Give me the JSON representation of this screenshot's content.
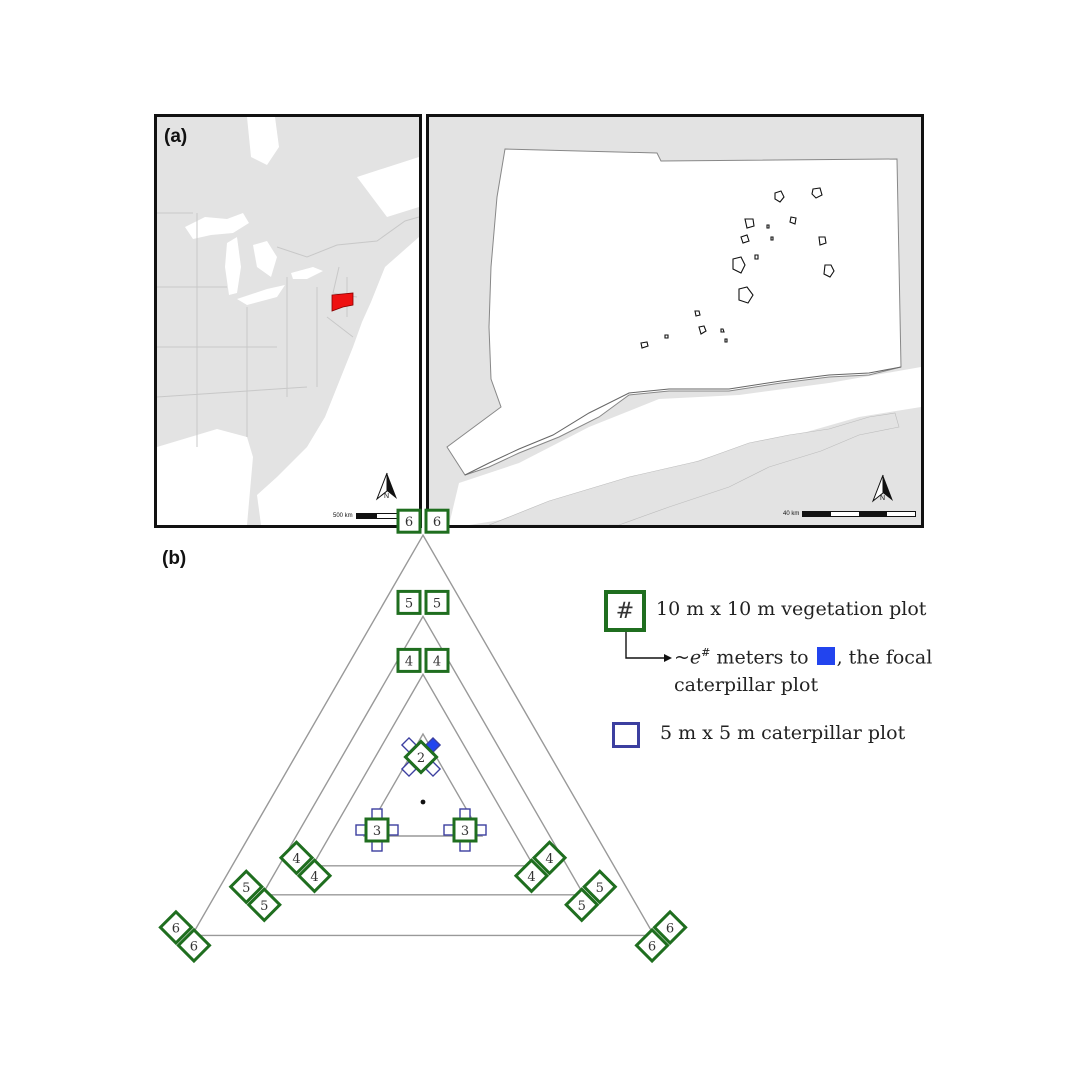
{
  "panel_a": {
    "label": "(a)"
  },
  "panel_b": {
    "label": "(b)"
  },
  "left_map": {
    "scale_label": "500 km",
    "north_label": "N",
    "highlight_color": "#ee1111"
  },
  "right_map": {
    "scale_label": "40 km",
    "north_label": "N"
  },
  "colors": {
    "veg_plot": "#1f6e1f",
    "cat_plot": "#3c3fa0",
    "focal": "#2244ee",
    "triangle": "#999999"
  },
  "diagram": {
    "plots": [
      {
        "ring": "2",
        "label": "2"
      },
      {
        "ring": "3",
        "label": "3"
      },
      {
        "ring": "4",
        "label": "4"
      },
      {
        "ring": "5",
        "label": "5"
      },
      {
        "ring": "6",
        "label": "6"
      }
    ]
  },
  "legend": {
    "veg_symbol": "#",
    "veg_text": "10 m x 10 m vegetation plot",
    "distance_prefix": "~",
    "distance_e": "e",
    "distance_sup": "#",
    "distance_text": " meters to",
    "distance_suffix": ", the focal",
    "distance_line2": "caterpillar plot",
    "cat_text": "5 m x 5 m caterpillar plot"
  }
}
